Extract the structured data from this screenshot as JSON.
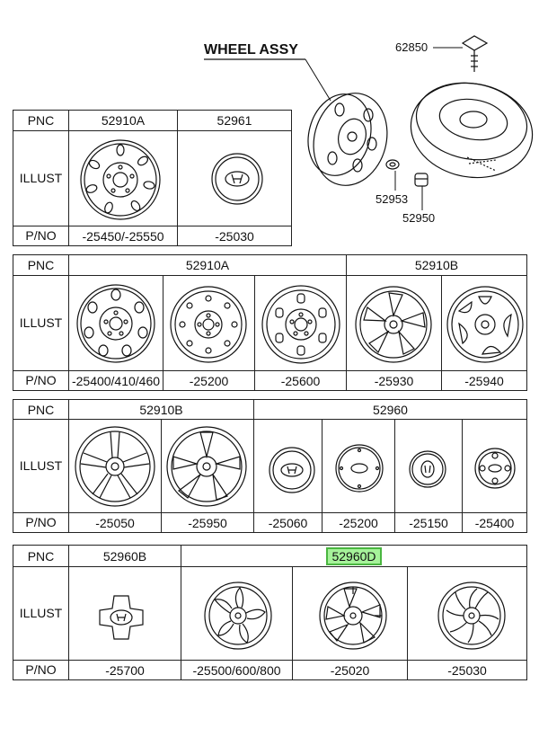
{
  "header": {
    "wheel_assy_label": "WHEEL ASSY",
    "callouts": {
      "c62850": "62850",
      "c52953": "52953",
      "c52950": "52950"
    }
  },
  "row_labels": {
    "pnc": "PNC",
    "illust": "ILLUST",
    "pno": "P/NO"
  },
  "table1": {
    "pnc": [
      "52910A",
      "52961"
    ],
    "pno": [
      "-25450/-25550",
      "-25030"
    ],
    "icons": [
      "steel-wheel-icon",
      "hub-cap-icon"
    ]
  },
  "table2": {
    "pnc": [
      "52910A",
      "52910B"
    ],
    "pno": [
      "-25400/410/460",
      "-25200",
      "-25600",
      "-25930",
      "-25940"
    ],
    "icons": [
      "steel-wheel-icon",
      "steel-wheel-icon",
      "steel-wheel-icon",
      "alloy-wheel-icon",
      "alloy-wheel-icon"
    ]
  },
  "table3": {
    "pnc": [
      "52910B",
      "52960"
    ],
    "pno": [
      "-25050",
      "-25950",
      "-25060",
      "-25200",
      "-25150",
      "-25400"
    ],
    "icons": [
      "alloy-wheel-icon",
      "alloy-wheel-icon",
      "hub-cap-icon",
      "hub-cap-icon",
      "hub-cap-icon",
      "hub-cap-icon"
    ]
  },
  "table4": {
    "pnc": [
      "52960B",
      "52960D"
    ],
    "pno": [
      "-25700",
      "-25500/600/800",
      "-25020",
      "-25030"
    ],
    "icons": [
      "center-cap-icon",
      "alloy-wheel-icon",
      "alloy-wheel-icon",
      "alloy-wheel-icon"
    ],
    "highlight_color": "#a6f29a"
  }
}
